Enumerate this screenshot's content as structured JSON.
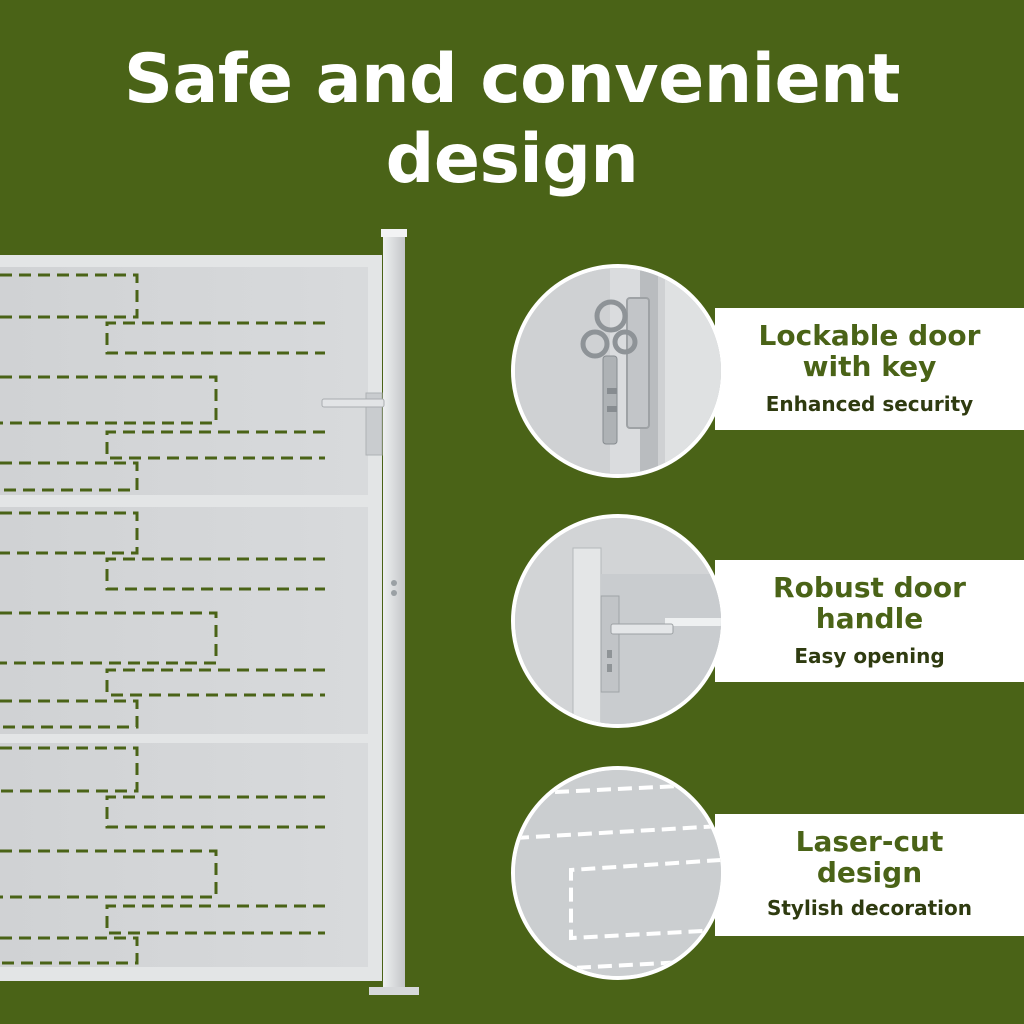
{
  "headline": {
    "line1": "Safe and convenient",
    "line2": "design"
  },
  "colors": {
    "background": "#4a6317",
    "panel": "#d3d5d7",
    "frame": "#e4e6e8",
    "band": "#ffffff",
    "title_text": "#4a6317"
  },
  "features": [
    {
      "icon": "lock-key-icon",
      "title_line1": "Lockable door",
      "title_line2": "with key",
      "subtitle": "Enhanced security"
    },
    {
      "icon": "door-handle-icon",
      "title_line1": "Robust door",
      "title_line2": "handle",
      "subtitle": "Easy opening"
    },
    {
      "icon": "laser-cut-pattern-icon",
      "title_line1": "Laser-cut",
      "title_line2": "design",
      "subtitle": "Stylish decoration"
    }
  ]
}
